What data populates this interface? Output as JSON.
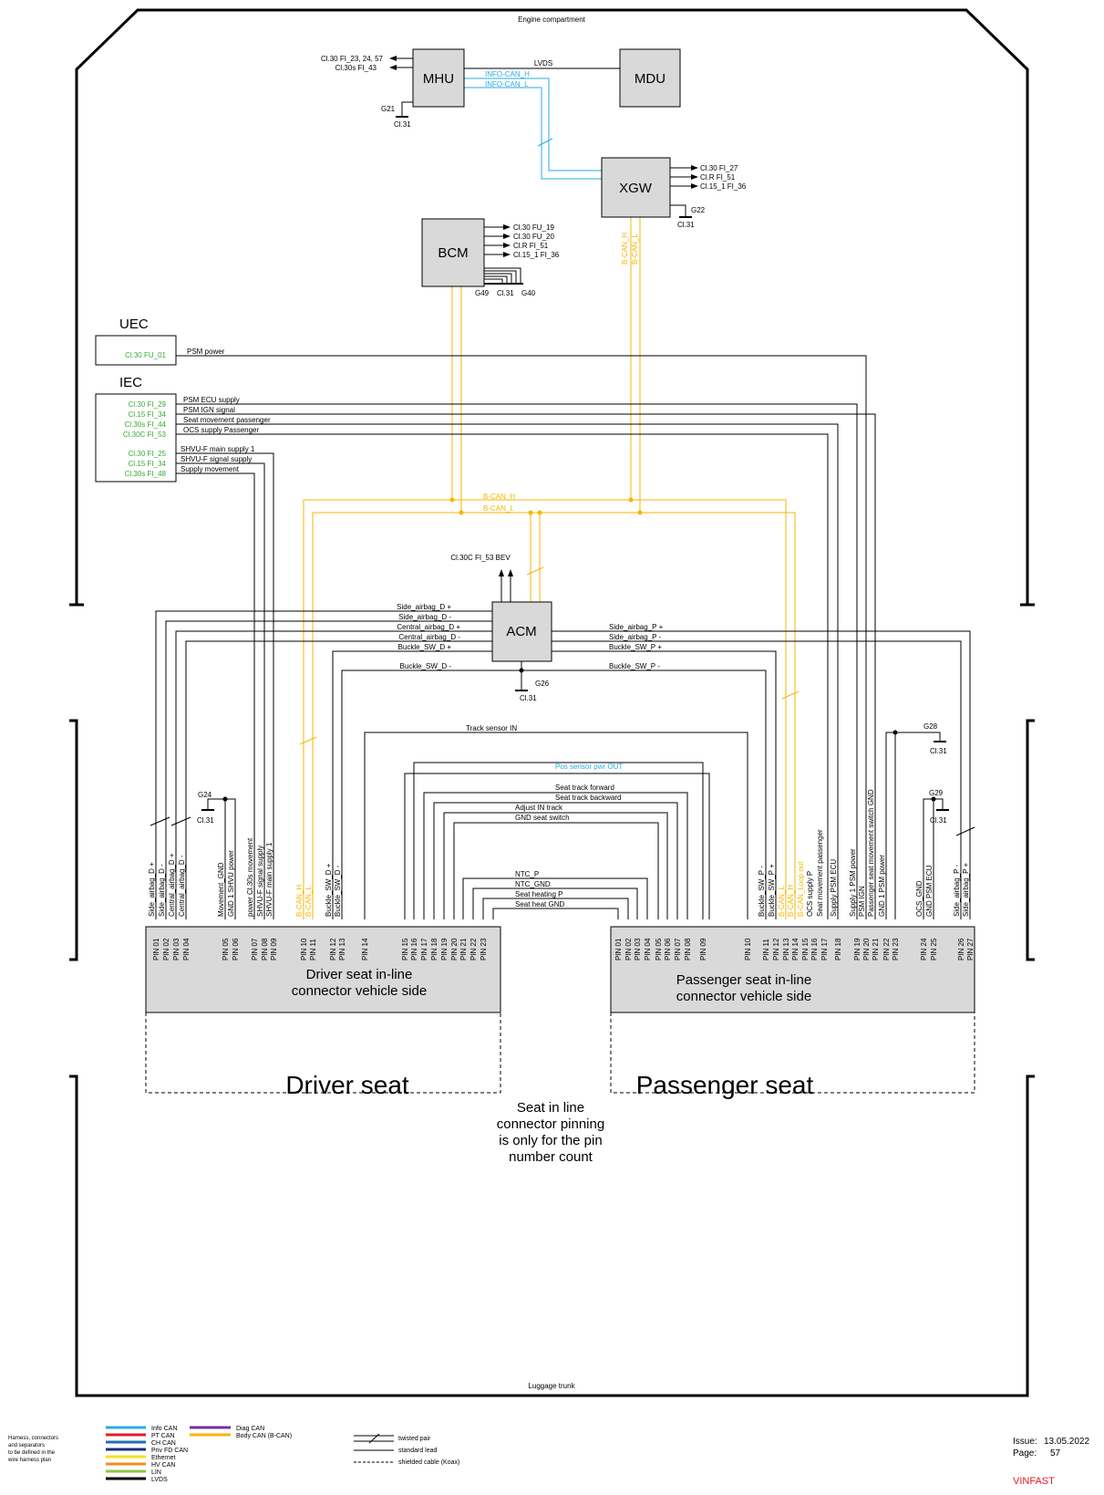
{
  "zones": {
    "engine": "Engine compartment",
    "trunk": "Luggage trunk"
  },
  "modules": {
    "mhu": "MHU",
    "mdu": "MDU",
    "xgw": "XGW",
    "bcm": "BCM",
    "acm": "ACM"
  },
  "mhu": {
    "outputs": [
      "Cl.30 FI_23, 24, 57",
      "Cl.30s FI_43"
    ],
    "ground": "G21",
    "ground_cl": "Cl.31",
    "lvds": "LVDS",
    "can_h": "INFO-CAN_H",
    "can_l": "INFO-CAN_L"
  },
  "xgw": {
    "outputs": [
      "Cl.30 FI_27",
      "Cl.R FI_51",
      "Cl.15_1 FI_36"
    ],
    "ground": "G22",
    "ground_cl": "Cl.31",
    "can_h": "B-CAN_H",
    "can_l": "B-CAN_L"
  },
  "bcm": {
    "outputs": [
      "Cl.30 FU_19",
      "Cl.30 FU_20",
      "Cl.R FI_51",
      "Cl.15_1 FI_36"
    ],
    "grounds": [
      "G49",
      "Cl.31",
      "G40"
    ]
  },
  "uec": {
    "title": "UEC",
    "fuse": "Cl.30 FU_01",
    "signal": "PSM power"
  },
  "iec": {
    "title": "IEC",
    "fuses": [
      "Cl.30 FI_29",
      "Cl.15 FI_34",
      "Cl.30s FI_44",
      "Cl.30C FI_53",
      "Cl.30 FI_25",
      "Cl.15 FI_34",
      "Cl.30s FI_48"
    ],
    "signals": [
      "PSM ECU supply",
      "PSM IGN signal",
      "Seat movement passenger",
      "OCS supply Passenger",
      "SHVU-F main supply 1",
      "SHVU-F signal supply",
      "Supply movement"
    ]
  },
  "bus": {
    "can_h": "B-CAN_H",
    "can_l": "B-CAN_L"
  },
  "acm": {
    "supply": "Cl.30C FI_53 BEV",
    "left_signals": [
      "Side_airbag_D +",
      "Side_airbag_D -",
      "Central_airbag_D +",
      "Central_airbag_D -",
      "Buckle_SW_D +",
      "Buckle_SW_D -"
    ],
    "right_signals": [
      "Side_airbag_P +",
      "Side_airbag_P -",
      "Buckle_SW_P +",
      "Buckle_SW_P -"
    ],
    "ground": "G26",
    "ground_cl": "Cl.31"
  },
  "seat_signals": {
    "track_sensor": "Track sensor IN",
    "pos_sensor": "Pos sensor pwr OUT",
    "track_forward": "Seat track forward",
    "track_backward": "Seat track backward",
    "adjust": "Adjust IN track",
    "gnd_switch": "GND seat switch",
    "ntc_p": "NTC_P",
    "ntc_gnd": "NTC_GND",
    "heating_p": "Seat heating P",
    "heat_gnd": "Seat heat GND"
  },
  "grounds": {
    "g24": "G24",
    "g28": "G28",
    "g29": "G29",
    "cl31": "Cl.31"
  },
  "driver_connector": {
    "title_line1": "Driver seat in-line",
    "title_line2": "connector vehicle side",
    "pins": [
      "PIN 01",
      "PIN 02",
      "PIN 03",
      "PIN 04",
      "PIN 05",
      "PIN 06",
      "PIN 07",
      "PIN 08",
      "PIN 09",
      "PIN 10",
      "PIN 11",
      "PIN 12",
      "PIN 13",
      "PIN 14",
      "PIN 15",
      "PIN 16",
      "PIN 17",
      "PIN 18",
      "PIN 19",
      "PIN 20",
      "PIN 21",
      "PIN 22",
      "PIN 23"
    ],
    "wires": [
      "Side_airbag_D +",
      "Side_airbag_D -",
      "Central_airbag_D +",
      "Central_airbag_D -",
      "Movement_GND",
      "GND 1 SHVU power",
      "power Cl.30s movement",
      "SHVU-F signal supply",
      "SHVU-F main supply 1",
      "B-CAN_H",
      "B-CAN_L",
      "Buckle_SW_D +",
      "Buckle_SW_D -"
    ]
  },
  "passenger_connector": {
    "title_line1": "Passenger seat in-line",
    "title_line2": "connector vehicle side",
    "pins": [
      "PIN 01",
      "PIN 02",
      "PIN 03",
      "PIN 04",
      "PIN 05",
      "PIN 06",
      "PIN 07",
      "PIN 08",
      "PIN 09",
      "PIN 10",
      "PIN 11",
      "PIN 12",
      "PIN 13",
      "PIN 14",
      "PIN 15",
      "PIN 16",
      "PIN 17",
      "PIN 18",
      "PIN 19",
      "PIN 20",
      "PIN 21",
      "PIN 22",
      "PIN 23",
      "PIN 24",
      "PIN 25",
      "PIN 26",
      "PIN 27"
    ],
    "wires": [
      "Buckle_SW_P -",
      "Buckle_SW_P +",
      "B-CAN_L",
      "B-CAN_H",
      "B-CAN_Loop out",
      "OCS supply P",
      "Seat movement passenger",
      "Supply PSM ECU",
      "Supply 1 PSM power",
      "PSM IGN",
      "Passenger seat movement switch GND",
      "GND 1 PSM power",
      "OCS_GND",
      "GND PSM ECU",
      "Side_airbag_P -",
      "Side_airbag_P +"
    ]
  },
  "seats": {
    "driver": "Driver seat",
    "passenger": "Passenger seat"
  },
  "note": [
    "Seat in line",
    "connector pinning",
    "is only for the pin",
    "number count"
  ],
  "legend": {
    "harness_note": [
      "Harness, connectors",
      "and separators",
      "to be defined in the",
      "wire harness plan"
    ],
    "items": [
      {
        "label": "Info CAN",
        "color": "#29abe2"
      },
      {
        "label": "PT CAN",
        "color": "#e31b23"
      },
      {
        "label": "CH CAN",
        "color": "#1f6fb5"
      },
      {
        "label": "Priv FD CAN",
        "color": "#1a2f7a"
      },
      {
        "label": "Ethernet",
        "color": "#f5e31b"
      },
      {
        "label": "HV CAN",
        "color": "#f28c1e"
      },
      {
        "label": "LIN",
        "color": "#8cc63f"
      },
      {
        "label": "LVDS",
        "color": "#000000"
      }
    ],
    "items2": [
      {
        "label": "Diag CAN",
        "color": "#7030a0"
      },
      {
        "label": "Body CAN (B-CAN)",
        "color": "#f7b500"
      }
    ],
    "line_types": [
      "twisted pair",
      "standard lead",
      "shielded cable (Koax)"
    ]
  },
  "footer": {
    "issue_label": "Issue:",
    "issue_date": "13.05.2022",
    "page_label": "Page:",
    "page_number": "57",
    "brand": "VINFAST"
  }
}
